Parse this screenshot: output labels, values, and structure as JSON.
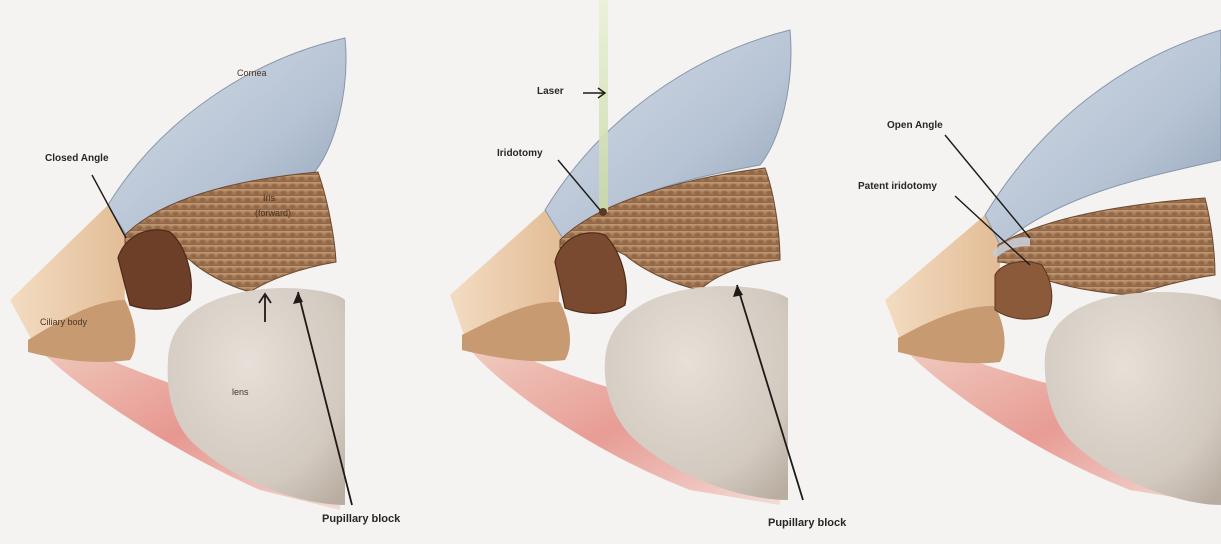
{
  "panels": [
    {
      "id": "closed",
      "labels": {
        "cornea": "Cornea",
        "closed_angle": "Closed Angle",
        "iris": "Iris",
        "iris_forward": "(forward)",
        "ciliary_body": "Ciliary body",
        "lens": "lens",
        "pupillary_block": "Pupillary block"
      }
    },
    {
      "id": "laser",
      "labels": {
        "laser": "Laser",
        "iridotomy": "Iridotomy",
        "pupillary_block": "Pupillary block"
      }
    },
    {
      "id": "open",
      "labels": {
        "open_angle": "Open Angle",
        "patent_iridotomy": "Patent iridotomy"
      }
    }
  ],
  "colors": {
    "background": "#f4f3f1",
    "cornea": "#b9c6d6",
    "iris": "#a87b55",
    "sclera": "#e8c9a6",
    "lens": "#d4ccc2",
    "vitreous_blush": "#e27f7b"
  }
}
